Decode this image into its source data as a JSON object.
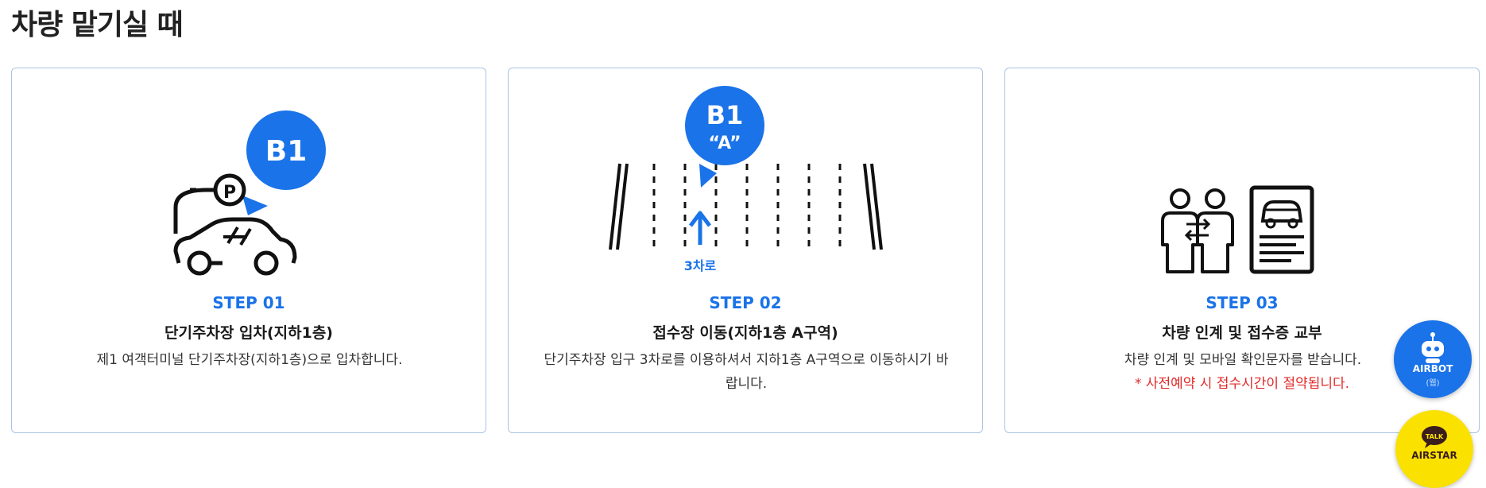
{
  "page": {
    "title": "차량 맡기실 때"
  },
  "steps": [
    {
      "step": "STEP 01",
      "heading": "단기주차장 입차(지하1층)",
      "desc": "제1 여객터미널 단기주차장(지하1층)으로 입차합니다.",
      "bubble": "B1"
    },
    {
      "step": "STEP 02",
      "heading": "접수장 이동(지하1층 A구역)",
      "desc": "단기주차장 입구 3차로를 이용하셔서 지하1층 A구역으로 이동하시기 바랍니다.",
      "bubble": "B1",
      "bubble_sub": "“A”",
      "lane": "3차로"
    },
    {
      "step": "STEP 03",
      "heading": "차량 인계 및 접수증 교부",
      "desc": "차량 인계 및 모바일 확인문자를 받습니다.",
      "note": "* 사전예약 시 접수시간이 절약됩니다."
    }
  ],
  "floating": {
    "airbot": {
      "label": "AIRBOT",
      "sub": "(웹)"
    },
    "airstar": {
      "talk": "TALK",
      "label": "AIRSTAR"
    }
  },
  "colors": {
    "accent": "#1a73e8",
    "warning": "#e12a2a",
    "card_border": "#a9c4e2",
    "kakao": "#fae100"
  },
  "icons": [
    "parking-car-icon",
    "lane-road-icon",
    "handover-people-icon",
    "receipt-document-icon",
    "robot-icon",
    "talk-icon"
  ]
}
